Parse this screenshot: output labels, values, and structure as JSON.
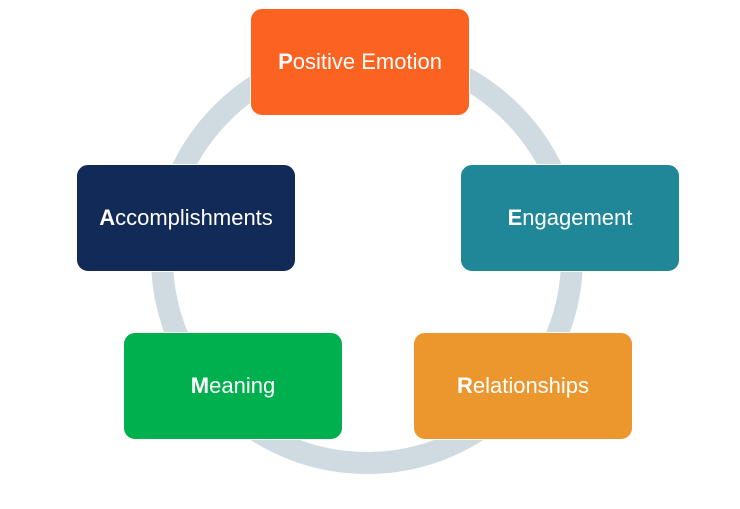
{
  "diagram": {
    "ring_color": "#cfdbe0",
    "items": [
      {
        "initial": "P",
        "rest": "ositive Emotion",
        "color": "#fc6321"
      },
      {
        "initial": "E",
        "rest": "ngagement",
        "color": "#1f8797"
      },
      {
        "initial": "R",
        "rest": "elationships",
        "color": "#ec962e"
      },
      {
        "initial": "M",
        "rest": "eaning",
        "color": "#00b04f"
      },
      {
        "initial": "A",
        "rest": "ccomplishments",
        "color": "#122a57"
      }
    ]
  }
}
